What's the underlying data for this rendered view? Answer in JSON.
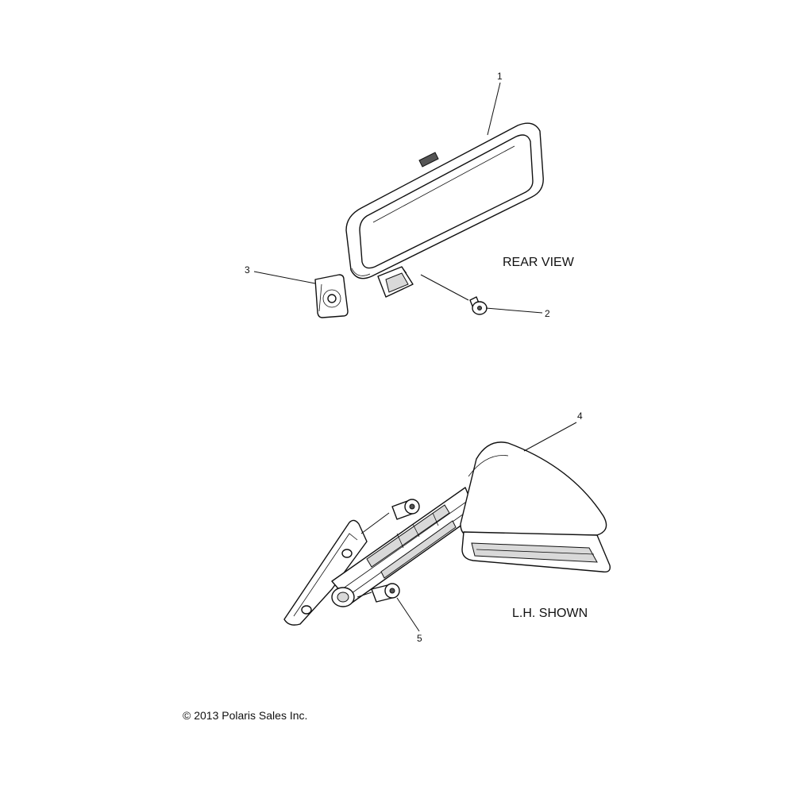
{
  "callouts": {
    "c1": "1",
    "c2": "2",
    "c3": "3",
    "c4": "4",
    "c5": "5"
  },
  "captions": {
    "rear_view": "REAR VIEW",
    "lh_shown": "L.H. SHOWN"
  },
  "copyright": "© 2013 Polaris Sales Inc."
}
